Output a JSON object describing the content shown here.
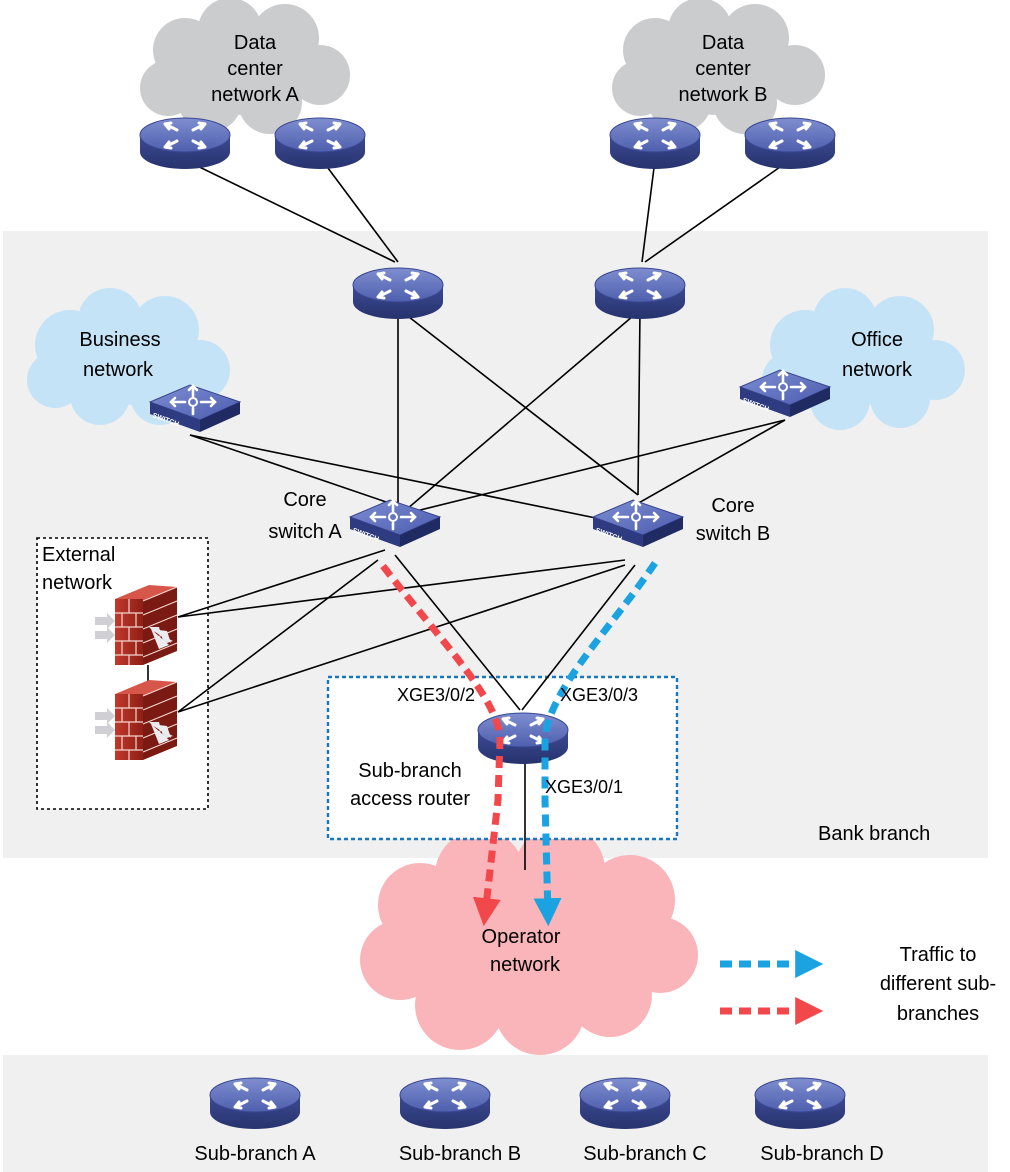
{
  "clouds": {
    "dc_a": {
      "line1": "Data",
      "line2": "center",
      "line3": "network A"
    },
    "dc_b": {
      "line1": "Data",
      "line2": "center",
      "line3": "network B"
    },
    "business": {
      "line1": "Business",
      "line2": "network"
    },
    "office": {
      "line1": "Office",
      "line2": "network"
    },
    "operator": {
      "line1": "Operator",
      "line2": "network"
    }
  },
  "core_a": {
    "line1": "Core",
    "line2": "switch A"
  },
  "core_b": {
    "line1": "Core",
    "line2": "switch B"
  },
  "external": {
    "line1": "External",
    "line2": "network"
  },
  "access_router": {
    "line1": "Sub-branch",
    "line2": "access router"
  },
  "ports": {
    "p2": "XGE3/0/2",
    "p3": "XGE3/0/3",
    "p1": "XGE3/0/1"
  },
  "region_label": "Bank branch",
  "legend": {
    "line1": "Traffic to",
    "line2": "different sub-",
    "line3": "branches"
  },
  "sub_branches": [
    "Sub-branch A",
    "Sub-branch B",
    "Sub-branch C",
    "Sub-branch D"
  ],
  "switch_badge": "SWITCH",
  "colors": {
    "red_flow": "#f2474b",
    "blue_flow": "#1aa3e0",
    "device": "#4a57a5",
    "region_bg": "#f0f0f0",
    "cloud_gray": "#cbccce",
    "cloud_blue": "#c5e3f7",
    "cloud_pink": "#f9b5b9"
  }
}
